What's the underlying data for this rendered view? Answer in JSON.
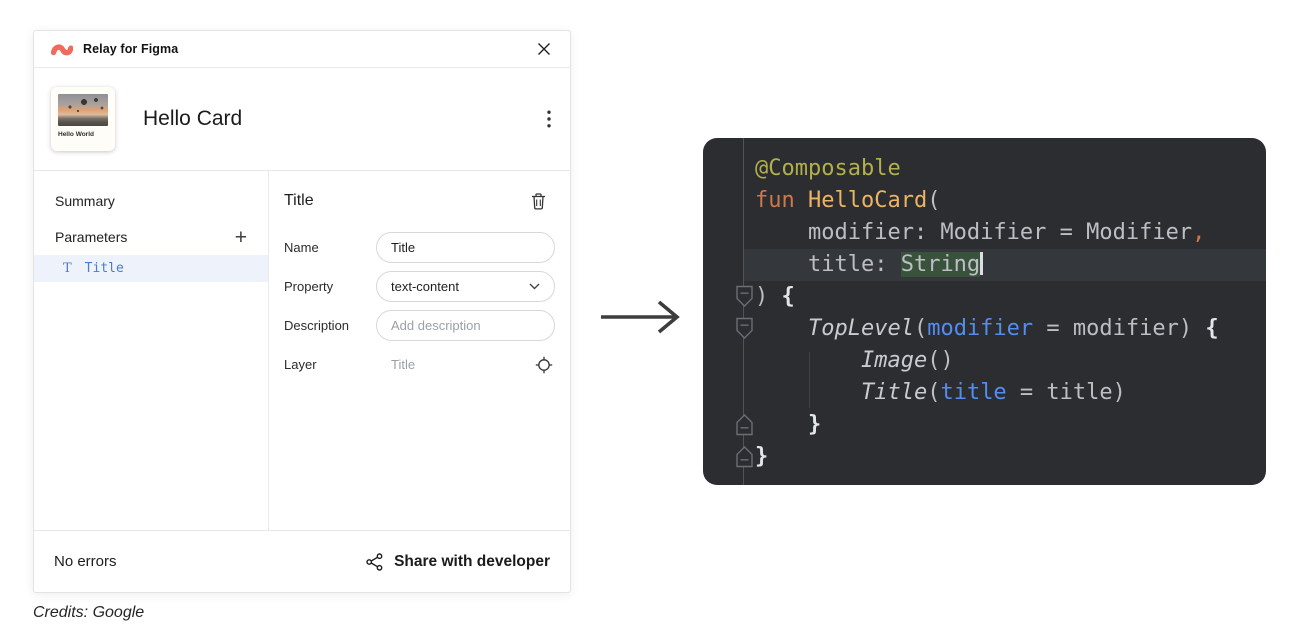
{
  "plugin": {
    "titlebar": {
      "app_name": "Relay for Figma"
    },
    "card": {
      "title": "Hello Card",
      "thumb_caption": "Hello World"
    },
    "sidebar": {
      "summary_label": "Summary",
      "parameters_label": "Parameters",
      "add_label": "+",
      "selected_param": {
        "glyph": "T",
        "label": "Title"
      }
    },
    "form": {
      "heading": "Title",
      "rows": [
        {
          "label": "Name",
          "value": "Title"
        },
        {
          "label": "Property",
          "value": "text-content"
        },
        {
          "label": "Description",
          "placeholder": "Add description"
        },
        {
          "label": "Layer",
          "value": "Title"
        }
      ]
    },
    "footer": {
      "status": "No errors",
      "share_label": "Share with developer"
    }
  },
  "credits": "Credits: Google",
  "code": {
    "language": "kotlin-compose",
    "plain_text": "@Composable\nfun HelloCard(\n    modifier: Modifier = Modifier,\n    title: String\n) {\n    TopLevel(modifier = modifier) {\n        Image()\n        Title(title = title)\n    }\n}",
    "lines": [
      {
        "tokens": [
          [
            "ann",
            "@Composable"
          ]
        ]
      },
      {
        "tokens": [
          [
            "kw",
            "fun "
          ],
          [
            "fn",
            "HelloCard"
          ],
          [
            "pl",
            "("
          ]
        ]
      },
      {
        "tokens": [
          [
            "pl",
            "    modifier: Modifier = Modifier"
          ],
          [
            "or",
            ","
          ]
        ]
      },
      {
        "tokens": [
          [
            "pl",
            "    title: "
          ],
          [
            "sel",
            "String"
          ],
          [
            "caret",
            ""
          ]
        ],
        "highlight": true
      },
      {
        "tokens": [
          [
            "pl",
            ") "
          ],
          [
            "br",
            "{"
          ]
        ],
        "gutter": "open"
      },
      {
        "tokens": [
          [
            "pl",
            "    "
          ],
          [
            "it",
            "TopLevel"
          ],
          [
            "pl",
            "("
          ],
          [
            "arg",
            "modifier"
          ],
          [
            "pl",
            " = modifier) "
          ],
          [
            "br",
            "{"
          ]
        ],
        "gutter": "open"
      },
      {
        "tokens": [
          [
            "pl",
            "        "
          ],
          [
            "it",
            "Image"
          ],
          [
            "pl",
            "()"
          ]
        ]
      },
      {
        "tokens": [
          [
            "pl",
            "        "
          ],
          [
            "it",
            "Title"
          ],
          [
            "pl",
            "("
          ],
          [
            "arg",
            "title"
          ],
          [
            "pl",
            " = title)"
          ]
        ]
      },
      {
        "tokens": [
          [
            "pl",
            "    "
          ],
          [
            "br",
            "}"
          ]
        ],
        "gutter": "close"
      },
      {
        "tokens": [
          [
            "br",
            "}"
          ]
        ],
        "gutter": "close"
      }
    ]
  },
  "colors": {
    "brand_coral": "#f16b5c",
    "param_selected_bg": "#edf2fb",
    "param_text_blue": "#4d7dc6",
    "code_bg": "#2b2d31",
    "code_annotation": "#b3b04c",
    "code_keyword": "#d0784a",
    "code_function": "#eeb465",
    "code_named_arg": "#548cf0",
    "code_selection_green": "#39523b"
  }
}
